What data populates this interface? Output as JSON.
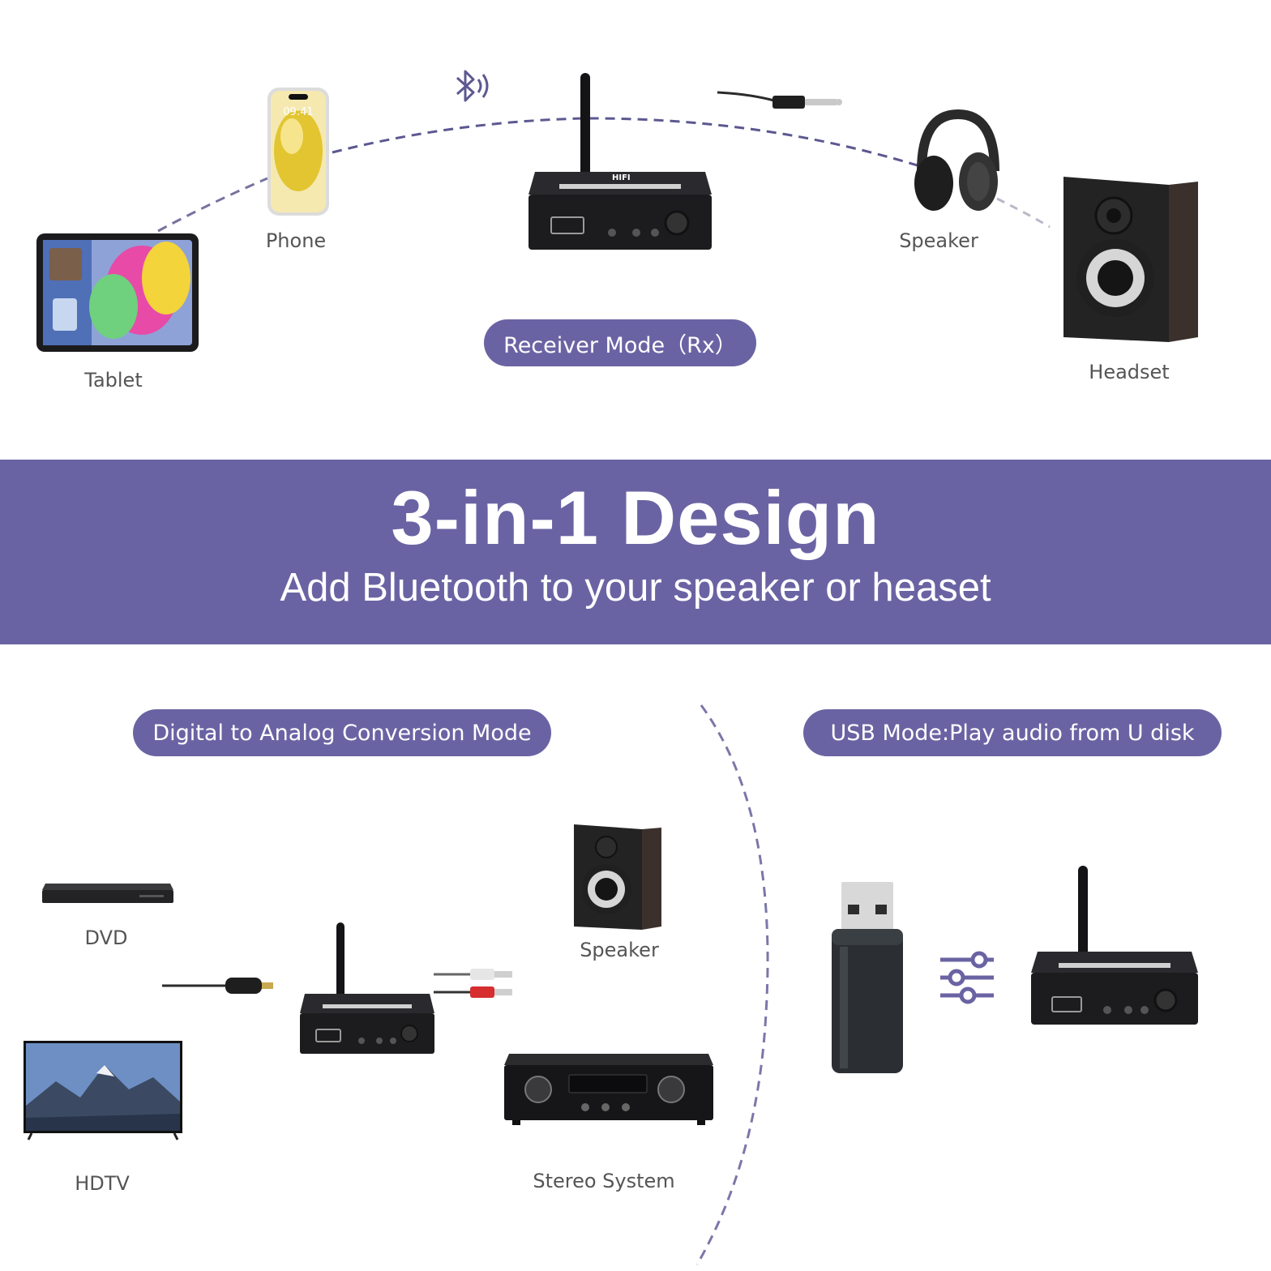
{
  "top_section": {
    "mode_label": "Receiver Mode（Rx）",
    "devices": {
      "tablet": "Tablet",
      "phone": "Phone",
      "speaker": "Speaker",
      "headset": "Headset"
    },
    "phone_time": "09:41"
  },
  "banner": {
    "title": "3-in-1 Design",
    "subtitle": "Add Bluetooth to your speaker or heaset"
  },
  "bottom_left": {
    "mode_label": "Digital to Analog Conversion Mode",
    "devices": {
      "dvd": "DVD",
      "hdtv": "HDTV",
      "speaker": "Speaker",
      "stereo": "Stereo System"
    }
  },
  "bottom_right": {
    "mode_label": "USB Mode:Play audio from U disk"
  },
  "device_front_text": "HIFI",
  "colors": {
    "accent": "#6a63a3",
    "device_body": "#1c1c1e",
    "label_text": "#555555"
  },
  "icons": [
    "bluetooth-icon",
    "equalizer-icon"
  ]
}
